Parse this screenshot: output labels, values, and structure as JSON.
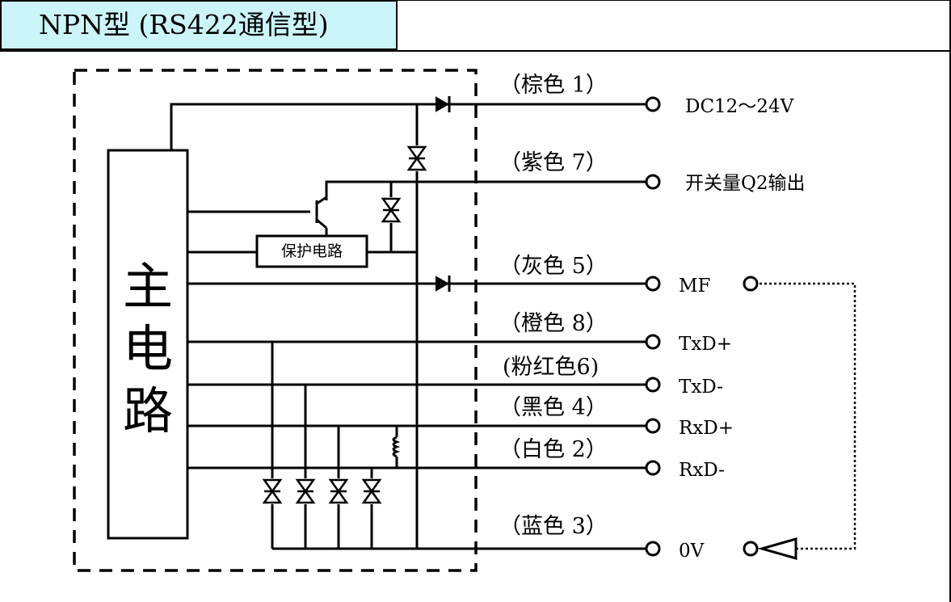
{
  "title": "NPN型 (RS422通信型)",
  "main_circuit_label": [
    "主",
    "电",
    "路"
  ],
  "protection_label": "保护电路",
  "wires": [
    {
      "id": "brown",
      "color_label": "（棕色 1）",
      "terminal_label": "DC12～24V"
    },
    {
      "id": "purple",
      "color_label": "（紫色 7）",
      "terminal_label": "开关量Q2输出"
    },
    {
      "id": "gray",
      "color_label": "（灰色 5）",
      "terminal_label": "MF"
    },
    {
      "id": "orange",
      "color_label": "（橙色 8）",
      "terminal_label": "TxD+"
    },
    {
      "id": "pink",
      "color_label": "(粉红色6)",
      "terminal_label": "TxD-"
    },
    {
      "id": "black",
      "color_label": "（黑色 4）",
      "terminal_label": "RxD+"
    },
    {
      "id": "white",
      "color_label": "（白色 2）",
      "terminal_label": "RxD-"
    },
    {
      "id": "blue",
      "color_label": "（蓝色 3）",
      "terminal_label": "0V"
    }
  ]
}
